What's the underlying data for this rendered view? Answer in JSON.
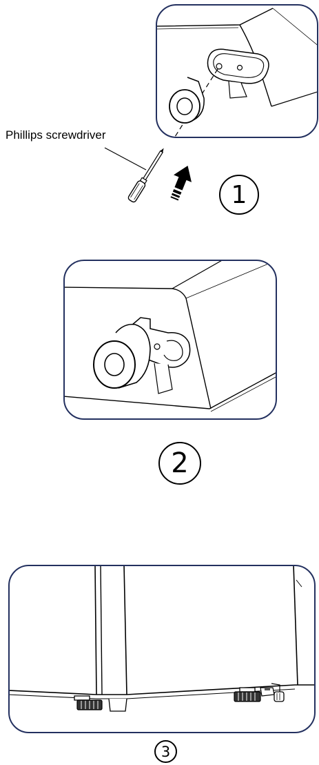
{
  "tool_label": "Phillips screwdriver",
  "steps": [
    {
      "label": "1"
    },
    {
      "label": "2"
    },
    {
      "label": "3"
    }
  ],
  "colors": {
    "frame_border": "#23305f",
    "line_art": "#000000",
    "background": "#ffffff"
  }
}
